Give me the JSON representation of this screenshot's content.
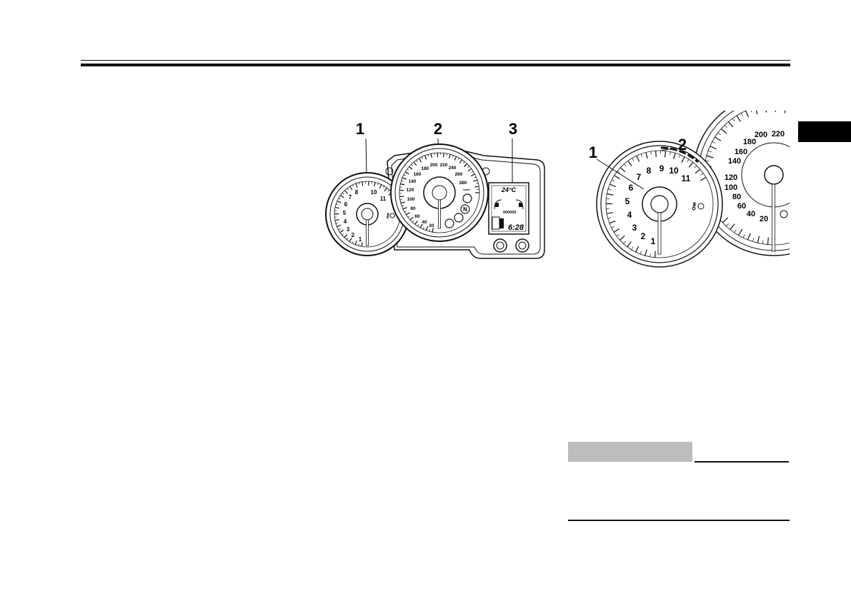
{
  "figure_left": {
    "callouts": [
      "1",
      "2",
      "3"
    ],
    "tachometer_scale": [
      "1",
      "2",
      "3",
      "4",
      "5",
      "6",
      "7",
      "8",
      "10",
      "11"
    ],
    "speedometer_scale": [
      "20",
      "40",
      "60",
      "80",
      "100",
      "120",
      "140",
      "160",
      "180",
      "200",
      "220",
      "240",
      "260",
      "280"
    ],
    "speed_unit": "km/h",
    "lcd_temperature": "24°C",
    "lcd_odometer": "000000",
    "lcd_clock": "6:28",
    "neutral_indicator": "N"
  },
  "figure_right": {
    "callouts": [
      "1",
      "2"
    ],
    "tachometer_scale": [
      "1",
      "2",
      "3",
      "4",
      "5",
      "6",
      "7",
      "8",
      "9",
      "10",
      "11"
    ],
    "speedometer_scale": [
      "20",
      "40",
      "60",
      "80",
      "100",
      "120",
      "140",
      "160",
      "180",
      "200",
      "220"
    ]
  }
}
